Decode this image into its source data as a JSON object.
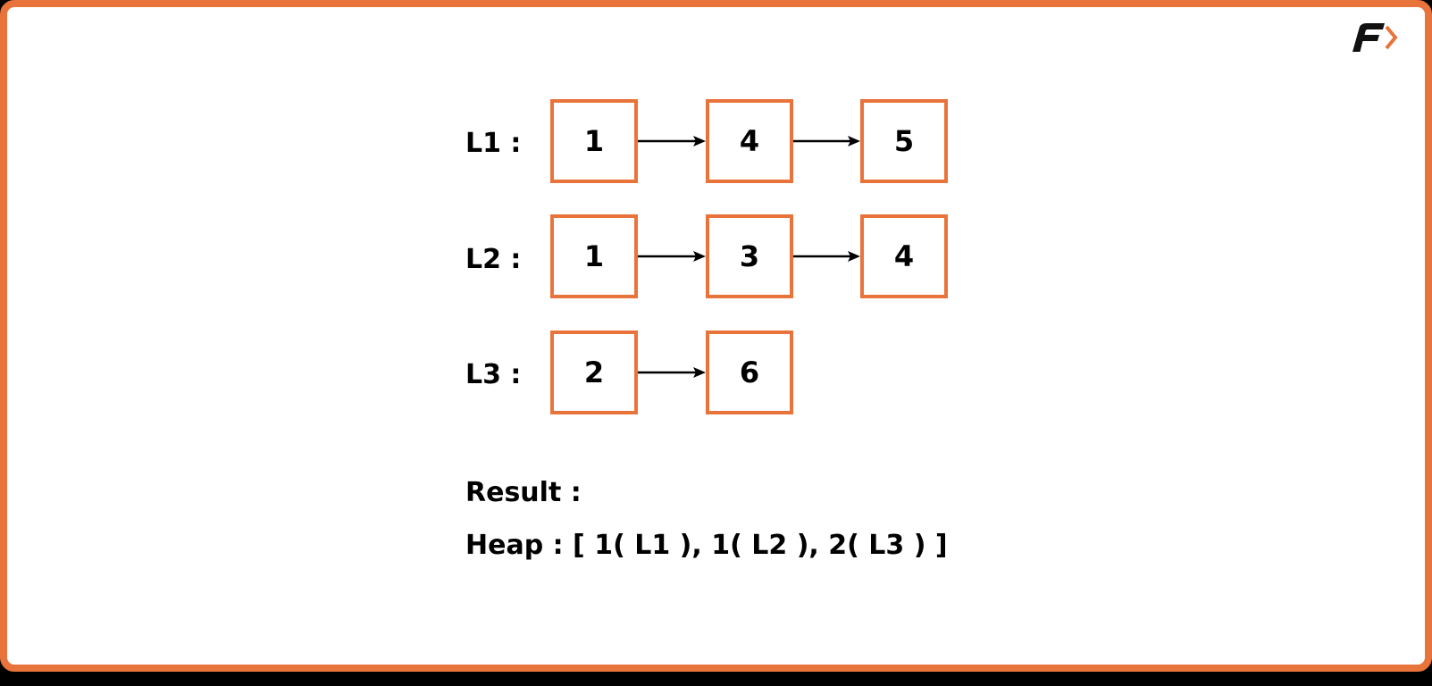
{
  "colors": {
    "accent": "#E8743B",
    "background": "#FFFFFF",
    "outer": "#000000",
    "text": "#000000"
  },
  "logo": {
    "icon": "brand-f-arrow-icon"
  },
  "lists": [
    {
      "label": "L1 :",
      "nodes": [
        "1",
        "4",
        "5"
      ]
    },
    {
      "label": "L2 :",
      "nodes": [
        "1",
        "3",
        "4"
      ]
    },
    {
      "label": "L3 :",
      "nodes": [
        "2",
        "6"
      ]
    }
  ],
  "result": {
    "title": "Result :",
    "heap": "Heap : [ 1( L1 ), 1( L2 ), 2( L3 ) ]"
  }
}
